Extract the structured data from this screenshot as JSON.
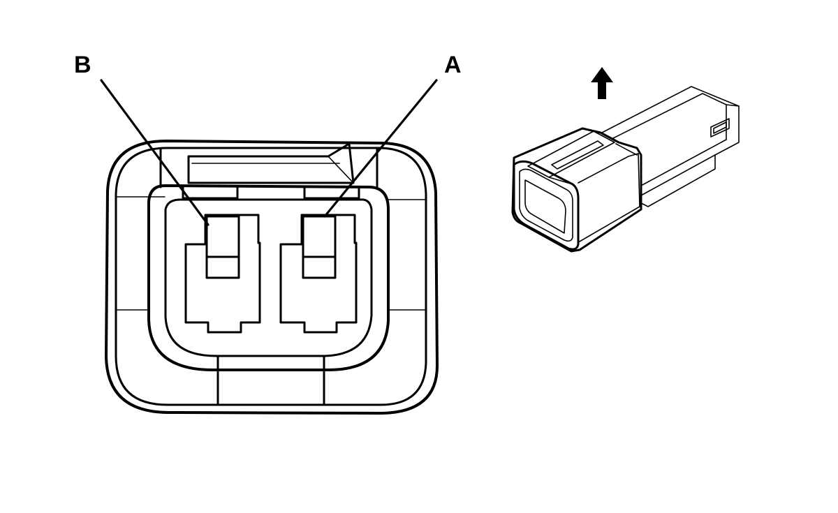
{
  "diagram": {
    "face_view": {
      "pin_labels": [
        {
          "id": "pin-b",
          "text": "B"
        },
        {
          "id": "pin-a",
          "text": "A"
        }
      ]
    },
    "iso_view": {
      "direction_indicator": "up-arrow-icon"
    }
  }
}
